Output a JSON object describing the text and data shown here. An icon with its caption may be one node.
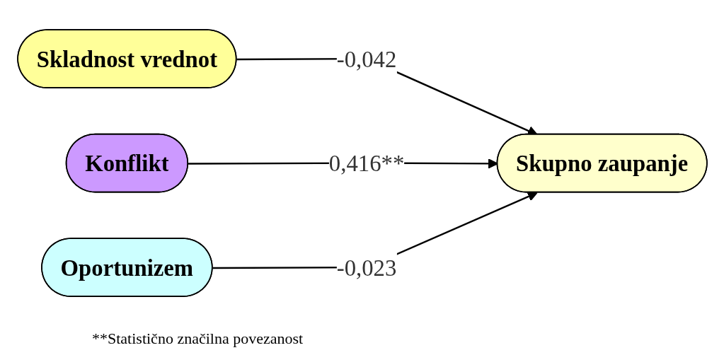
{
  "diagram": {
    "nodes": [
      {
        "text": [
          "Skladnost vrednot"
        ]
      },
      {
        "text": [
          "Konflikt"
        ]
      },
      {
        "text": [
          "Oportunizem"
        ]
      },
      {
        "text": [
          "Skupno zaupanje"
        ]
      }
    ],
    "edges": [
      {
        "from": 0,
        "to": 3,
        "arrow": "to",
        "label": "-0,042"
      },
      {
        "from": 1,
        "to": 3,
        "arrow": "to",
        "label": "0,416**"
      },
      {
        "from": 2,
        "to": 3,
        "arrow": "to",
        "label": "-0,023"
      }
    ],
    "labels": [
      "**Statistično značilna povezanost"
    ]
  }
}
